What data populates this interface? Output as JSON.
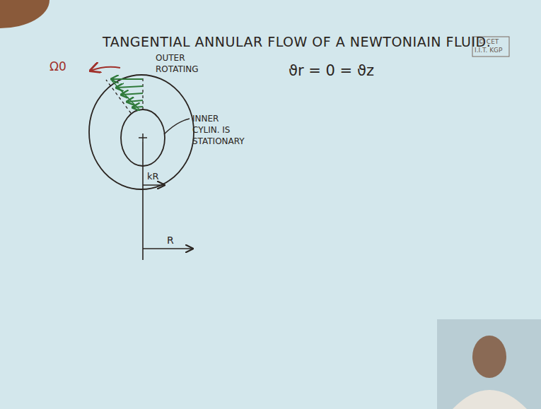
{
  "diagram": {
    "title": "TANGENTIAL ANNULAR FLOW OF A NEWTONIAIN FLUID.",
    "labels": [
      "© CET",
      "I.I.T. KGP",
      "Ω0",
      "OUTER ROTATING",
      "INNER CYLIN. IS STATIONARY",
      "kR",
      "R",
      "ϑr = 0 = ϑz"
    ]
  }
}
